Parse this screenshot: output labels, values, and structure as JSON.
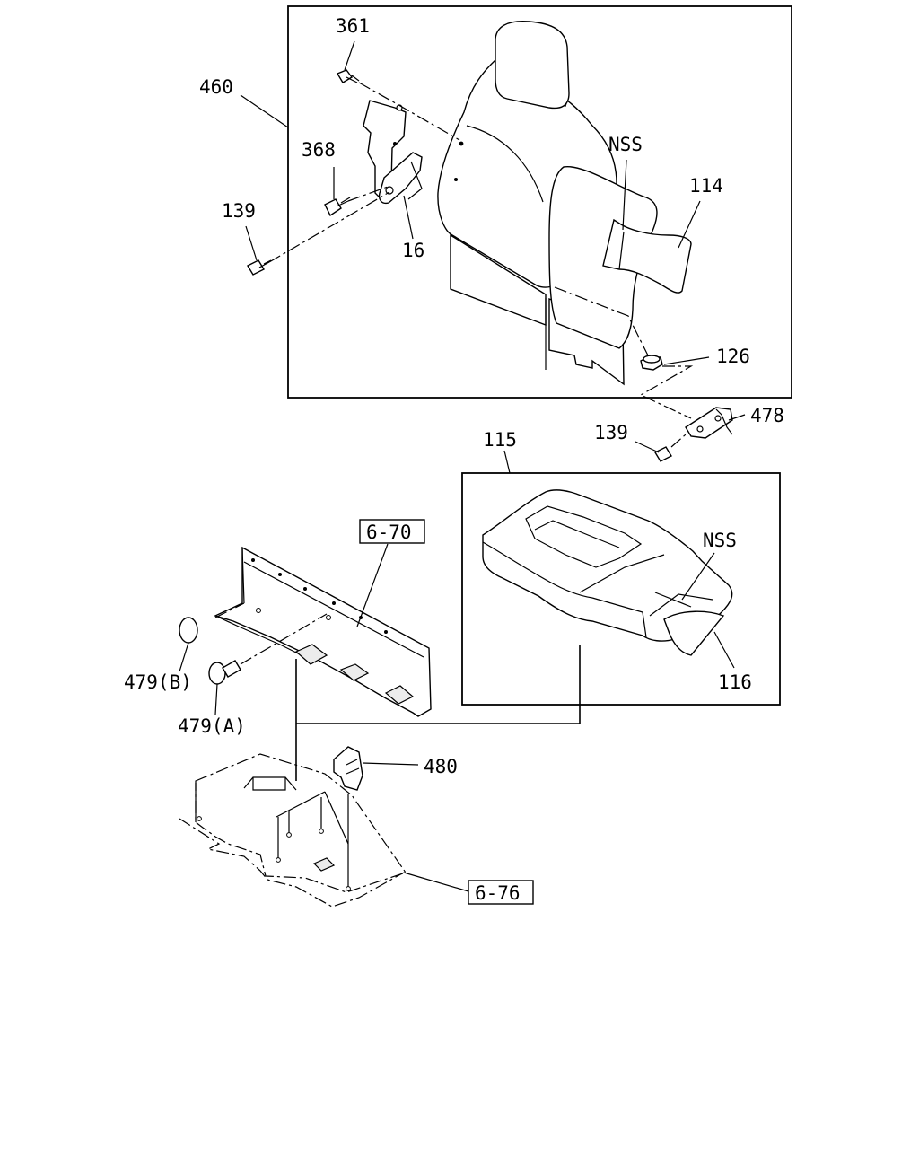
{
  "callouts": {
    "c361": "361",
    "c460": "460",
    "c368": "368",
    "c139_top": "139",
    "c16": "16",
    "cNSS_back": "NSS",
    "c114": "114",
    "c126": "126",
    "c478": "478",
    "c139_mid": "139",
    "c115": "115",
    "cNSS_cushion": "NSS",
    "c116": "116",
    "c479B": "479(B)",
    "c479A": "479(A)",
    "c480": "480"
  },
  "references": {
    "r670": "6-70",
    "r676": "6-76"
  }
}
